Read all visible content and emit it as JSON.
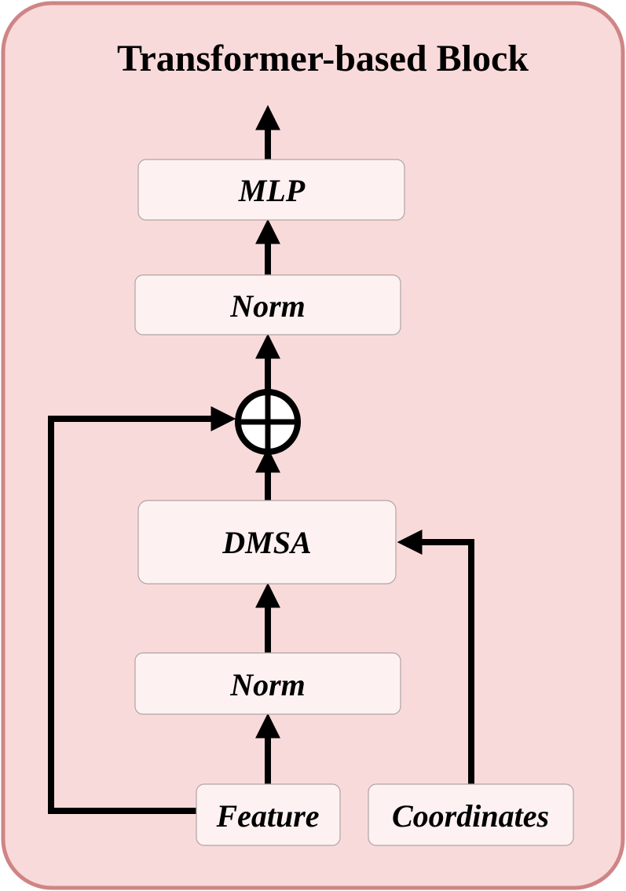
{
  "diagram": {
    "title": "Transformer-based Block",
    "nodes": {
      "mlp": "MLP",
      "norm_top": "Norm",
      "dmsa": "DMSA",
      "norm_bottom": "Norm",
      "feature": "Feature",
      "coordinates": "Coordinates"
    },
    "sum_symbol": "add",
    "edges": [
      {
        "from": "feature",
        "to": "norm_bottom"
      },
      {
        "from": "norm_bottom",
        "to": "dmsa"
      },
      {
        "from": "coordinates",
        "to": "dmsa"
      },
      {
        "from": "dmsa",
        "to": "add"
      },
      {
        "from": "feature",
        "to": "add",
        "kind": "residual"
      },
      {
        "from": "add",
        "to": "norm_top"
      },
      {
        "from": "norm_top",
        "to": "mlp"
      },
      {
        "from": "mlp",
        "to": "output"
      }
    ],
    "colors": {
      "container_fill": "#f9dada",
      "container_border": "#cf8585",
      "box_fill": "#fdf1f1",
      "arrow": "#000000"
    }
  }
}
